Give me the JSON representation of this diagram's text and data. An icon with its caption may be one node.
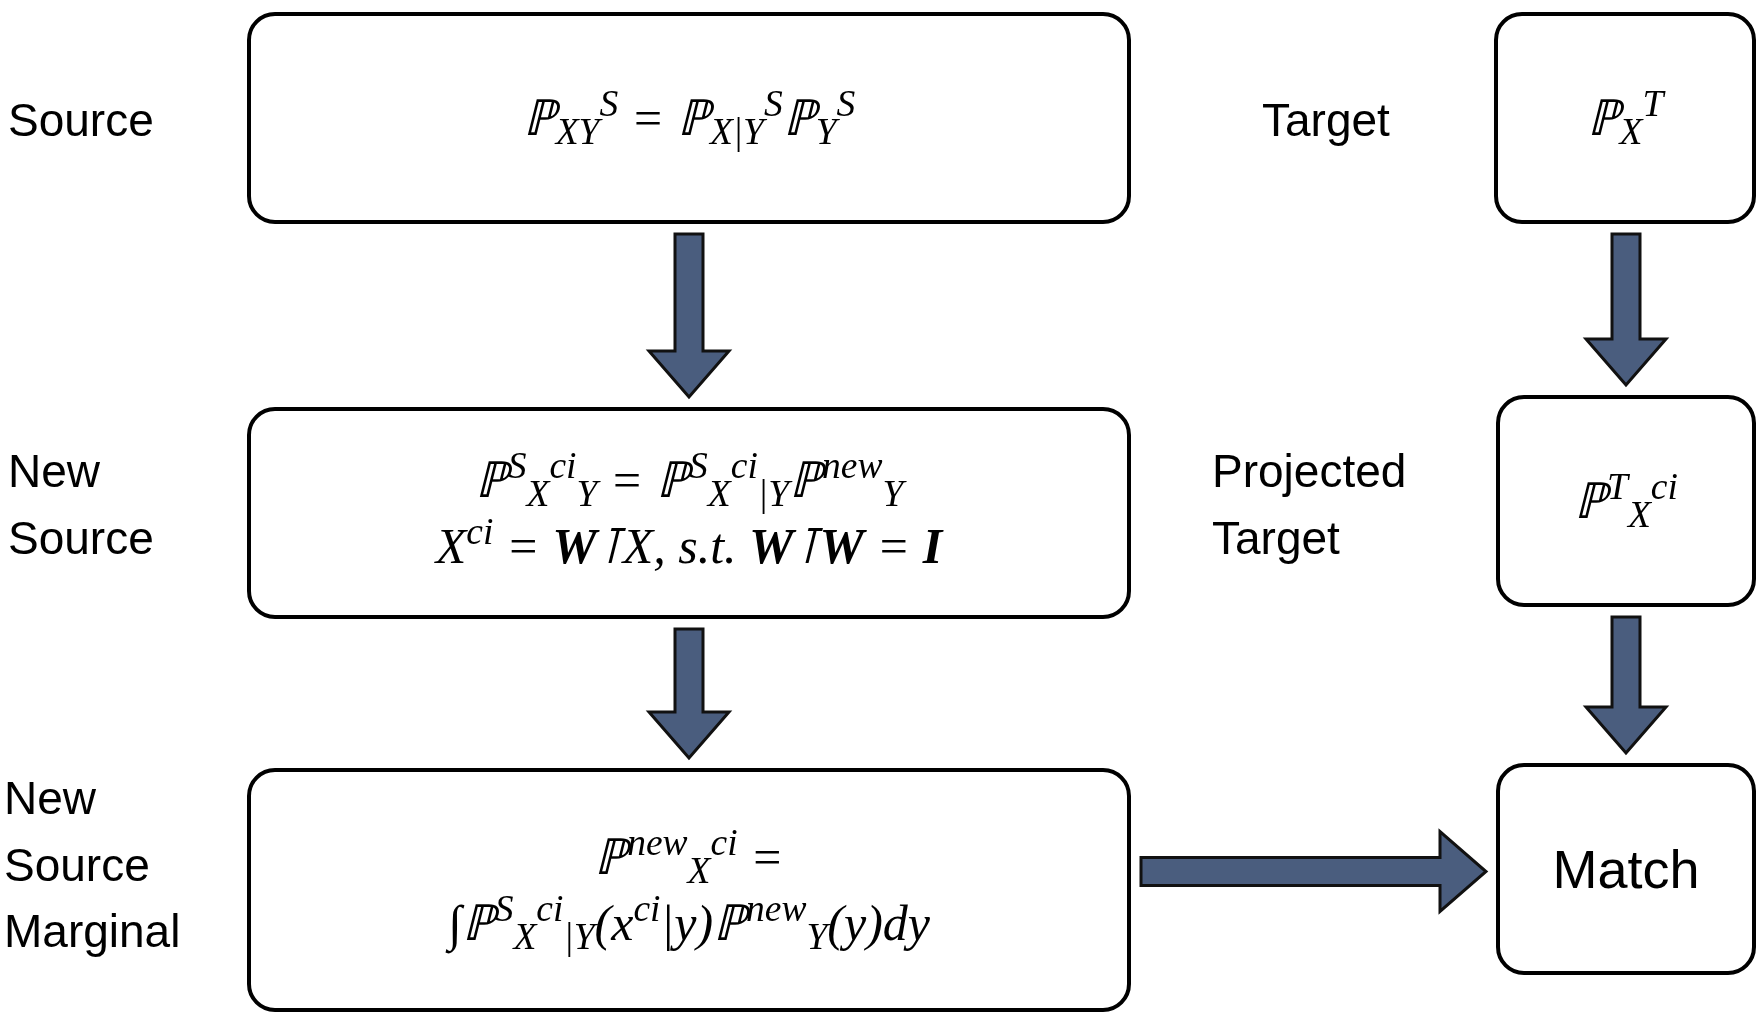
{
  "diagram": {
    "nodes": [
      {
        "text": [
          "ℙ$_{XY}$$^{S}$ = ℙ$_{X|Y}$$^{S}$ℙ$_{Y}$$^{S}$"
        ],
        "beside": [
          "Source"
        ]
      },
      {
        "text": [
          "ℙ$_{X}$$^{T}$"
        ],
        "beside": [
          "Target"
        ]
      },
      {
        "text": [
          "ℙ$^{S}$$_{X}$$^{ci}$$_{Y}$ = ℙ$^{S}$$_{X}$$^{ci}$$_{|Y}$ℙ$^{new}$$_{Y}$",
          "X$^{ci}$ = **W**⊺X,  s.t. **W**⊺**W** = **I**"
        ],
        "beside": [
          "New Source"
        ]
      },
      {
        "text": [
          "ℙ$^{T}$$_{X}$$^{ci}$"
        ],
        "beside": [
          "Projected Target"
        ]
      },
      {
        "text": [
          "ℙ$^{new}$$_{X}$$^{ci}$ =",
          "∫ℙ$^{S}$$_{X}$$^{ci}$$_{|Y}$(x$^{ci}$|y)ℙ$^{new}$$_{Y}$(y)dy"
        ],
        "beside": [
          "New Source Marginal"
        ]
      },
      {
        "text": [
          "Match"
        ]
      }
    ],
    "edges": [
      {
        "from": 0,
        "to": 2,
        "arrow": "to"
      },
      {
        "from": 2,
        "to": 4,
        "arrow": "to"
      },
      {
        "from": 1,
        "to": 3,
        "arrow": "to"
      },
      {
        "from": 3,
        "to": 5,
        "arrow": "to"
      },
      {
        "from": 4,
        "to": 5,
        "arrow": "to"
      }
    ]
  }
}
